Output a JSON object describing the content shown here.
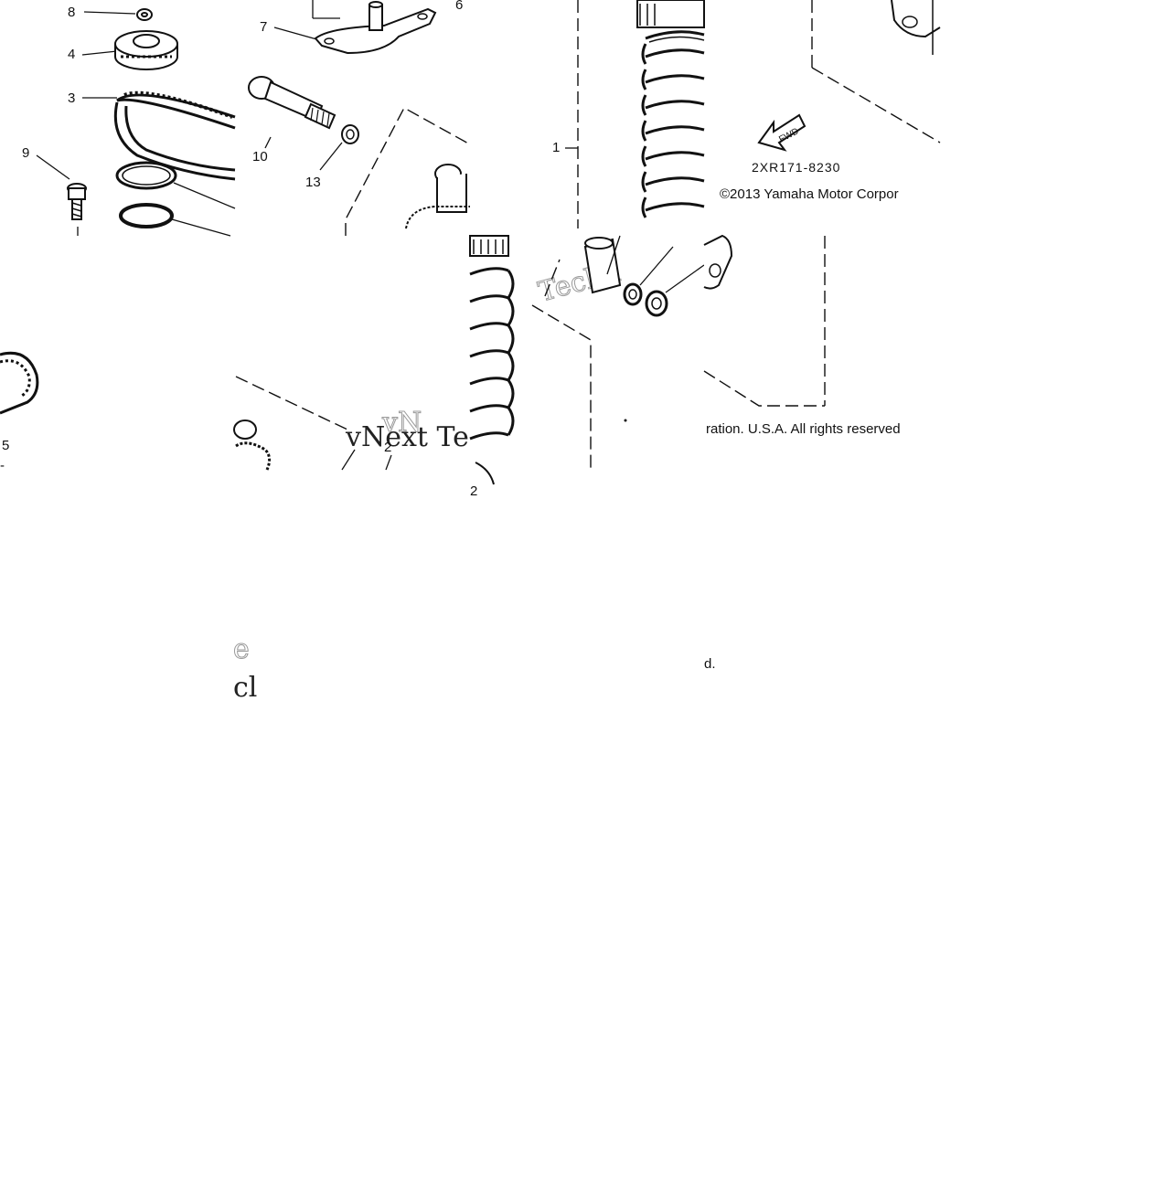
{
  "callouts": {
    "n8": "8",
    "n4": "4",
    "n3": "3",
    "n9": "9",
    "n7": "7",
    "n10": "10",
    "n13": "13",
    "n1": "1",
    "n5": "5",
    "n2": "2",
    "n6": "6"
  },
  "fwd_label": "FWD",
  "diagram_code": "2XR171-8230",
  "copyright_left": "©2013 Yamaha Motor Corpor",
  "copyright_right": "ration. U.S.A. All rights reserved",
  "copyright_fragment": "d.",
  "watermarks": {
    "vnext_tech": "vNext Te",
    "techn": "Techn",
    "vn": "vN",
    "e": "e",
    "c": "cl"
  },
  "colors": {
    "ink": "#111111",
    "watermark": "#9a9a9a",
    "background": "#ffffff"
  }
}
